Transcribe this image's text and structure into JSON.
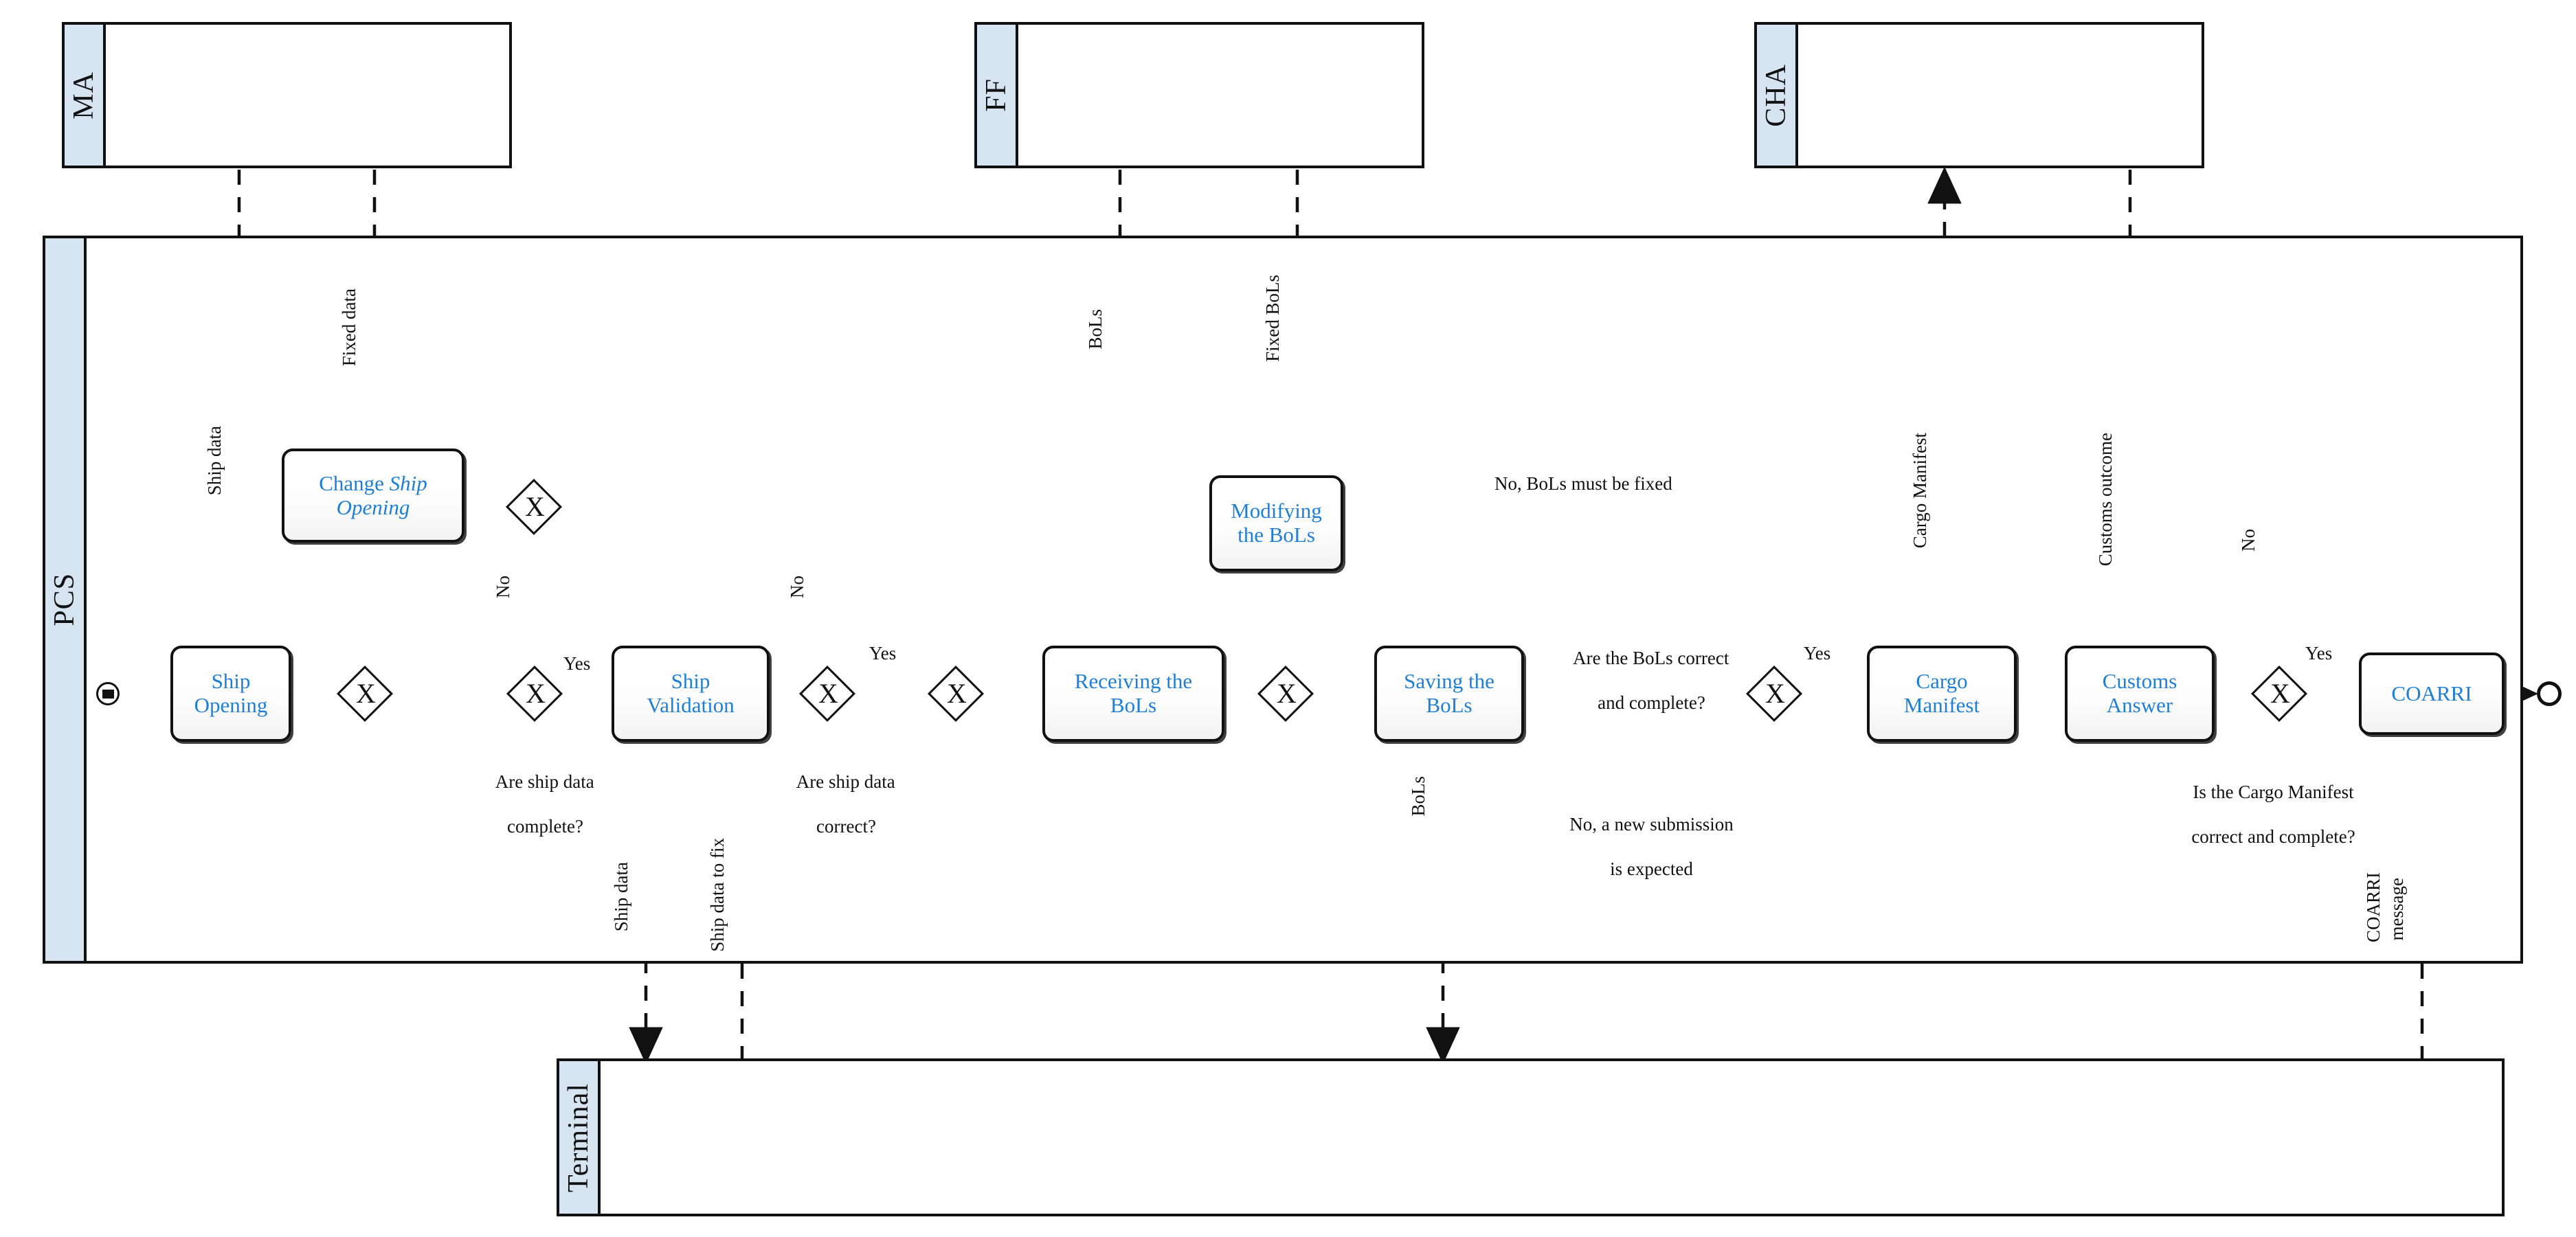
{
  "diagram": {
    "type": "BPMN collaboration diagram",
    "pools": [
      {
        "id": "ma",
        "label": "MA"
      },
      {
        "id": "ff",
        "label": "FF"
      },
      {
        "id": "cha",
        "label": "CHA"
      },
      {
        "id": "pcs",
        "label": "PCS"
      },
      {
        "id": "terminal",
        "label": "Terminal"
      }
    ],
    "tasks": [
      {
        "id": "ship-opening",
        "line1": "Ship",
        "line2": "Opening",
        "italic": ""
      },
      {
        "id": "change-ship-open",
        "line1": "Change ",
        "line2": "Opening",
        "italic": "Ship"
      },
      {
        "id": "ship-validation",
        "line1": "Ship",
        "line2": "Validation",
        "italic": ""
      },
      {
        "id": "receiving-bols",
        "line1": "Receiving the",
        "line2": "BoLs",
        "italic": ""
      },
      {
        "id": "modifying-bols",
        "line1": "Modifying",
        "line2": "the BoLs",
        "italic": ""
      },
      {
        "id": "saving-bols",
        "line1": "Saving the",
        "line2": "BoLs",
        "italic": ""
      },
      {
        "id": "cargo-manifest",
        "line1": "Cargo",
        "line2": "Manifest",
        "italic": ""
      },
      {
        "id": "customs-answer",
        "line1": "Customs",
        "line2": "Answer",
        "italic": ""
      },
      {
        "id": "coarri",
        "line1": "COARRI",
        "line2": "",
        "italic": ""
      }
    ],
    "gateway_questions": {
      "q_ship_complete_l1": "Are ship data",
      "q_ship_complete_l2": "complete?",
      "q_ship_correct_l1": "Are ship data",
      "q_ship_correct_l2": "correct?",
      "q_bols_l1": "Are the BoLs correct",
      "q_bols_l2": "and complete?",
      "q_manifest_l1": "Is the Cargo Manifest",
      "q_manifest_l2": "correct and complete?"
    },
    "flow_labels": {
      "yes_1": "Yes",
      "yes_2": "Yes",
      "yes_3": "Yes",
      "yes_4": "Yes",
      "no_1": "No",
      "no_2": "No",
      "no_3": "No",
      "no_bols_fixed": "No, BoLs must be fixed",
      "no_new_submission_l1": "No, a new submission",
      "no_new_submission_l2": "is expected"
    },
    "message_labels": {
      "ship_data_ma": "Ship data",
      "fixed_data": "Fixed data",
      "bols": "BoLs",
      "fixed_bols": "Fixed BoLs",
      "cargo_manifest_msg": "Cargo Manifest",
      "customs_outcome": "Customs outcome",
      "ship_data_terminal": "Ship data",
      "ship_data_to_fix": "Ship data to fix",
      "bols_terminal": "BoLs",
      "coarri_message_l1": "COARRI",
      "coarri_message_l2": "message"
    },
    "colors": {
      "task_text": "#1f7fd4",
      "pool_header": "#d6e4f2",
      "stroke": "#111111"
    }
  }
}
